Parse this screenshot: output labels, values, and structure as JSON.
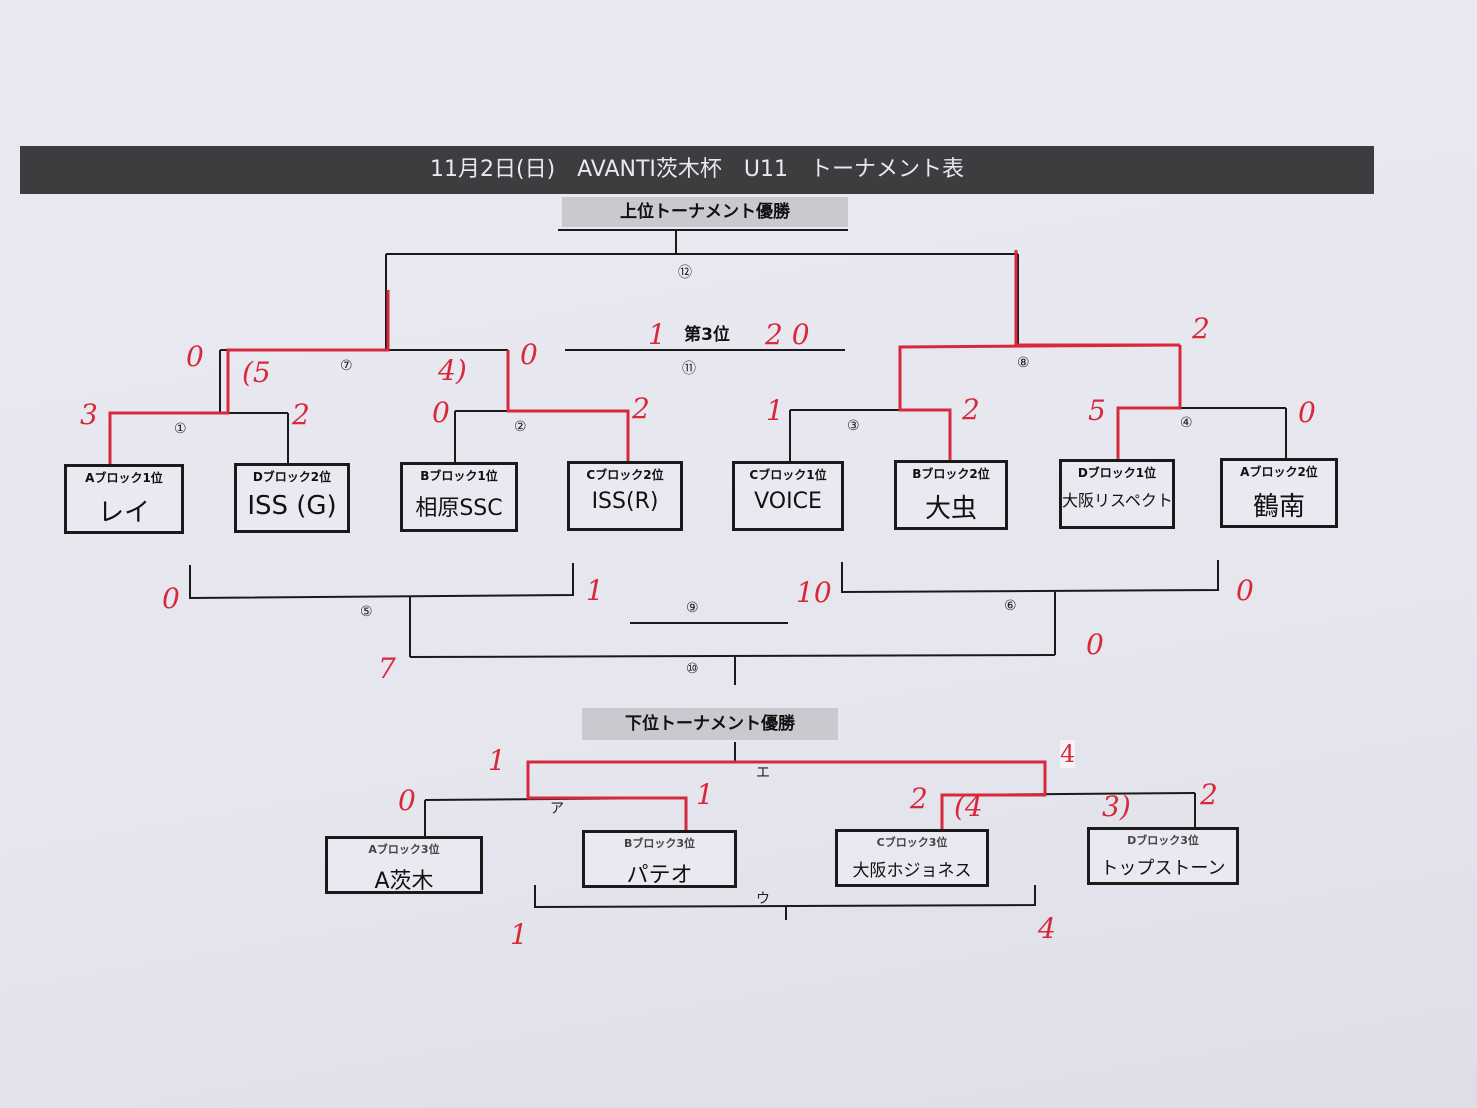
{
  "title": "11月2日(日)　AVANTI茨木杯　U11　トーナメント表",
  "upper": {
    "champion_label": "上位トーナメント優勝",
    "third_place_label": "第3位",
    "teams": [
      {
        "block": "Aブロック1位",
        "name": "レイ"
      },
      {
        "block": "Dブロック2位",
        "name": "ISS (G)"
      },
      {
        "block": "Bブロック1位",
        "name": "相原SSC"
      },
      {
        "block": "Cブロック2位",
        "name": "ISS(R)"
      },
      {
        "block": "Cブロック1位",
        "name": "VOICE"
      },
      {
        "block": "Bブロック2位",
        "name": "大虫"
      },
      {
        "block": "Dブロック1位",
        "name": "大阪リスペクト"
      },
      {
        "block": "Aブロック2位",
        "name": "鶴南"
      }
    ],
    "match_numbers": [
      "①",
      "②",
      "③",
      "④",
      "⑤",
      "⑥",
      "⑦",
      "⑧",
      "⑨",
      "⑩",
      "⑪",
      "⑫"
    ],
    "scores": {
      "m1_left": "3",
      "m1_right": "2",
      "m2_left": "0",
      "m2_right": "2",
      "m3_left": "1",
      "m3_right": "2",
      "m4_left": "5",
      "m4_right": "0",
      "m7_left": "0",
      "m7_left_pk": "(5",
      "m7_right_pk": "4)",
      "m7_right": "0",
      "m8_right": "2",
      "m11_left": "1",
      "m11_right": "2 0",
      "m5_left": "0",
      "m5_right": "1",
      "m6_left": "10",
      "m6_right": "0",
      "m10_left": "7",
      "m10_right": "0"
    }
  },
  "lower": {
    "champion_label": "下位トーナメント優勝",
    "teams": [
      {
        "block": "Aブロック3位",
        "name": "A茨木"
      },
      {
        "block": "Bブロック3位",
        "name": "パテオ"
      },
      {
        "block": "Cブロック3位",
        "name": "大阪ホジョネス"
      },
      {
        "block": "Dブロック3位",
        "name": "トップストーン"
      }
    ],
    "match_labels": [
      "ア",
      "エ",
      "ウ"
    ],
    "scores": {
      "a_left": "0",
      "a_right": "1",
      "i_left": "2",
      "i_left_pk": "(4",
      "i_right_pk": "3)",
      "i_right": "2",
      "e_left": "1",
      "e_right": "4",
      "u_left": "1",
      "u_right": "4"
    }
  },
  "colors": {
    "winner_line": "#d8283a",
    "title_bar": "#3d3d40"
  }
}
